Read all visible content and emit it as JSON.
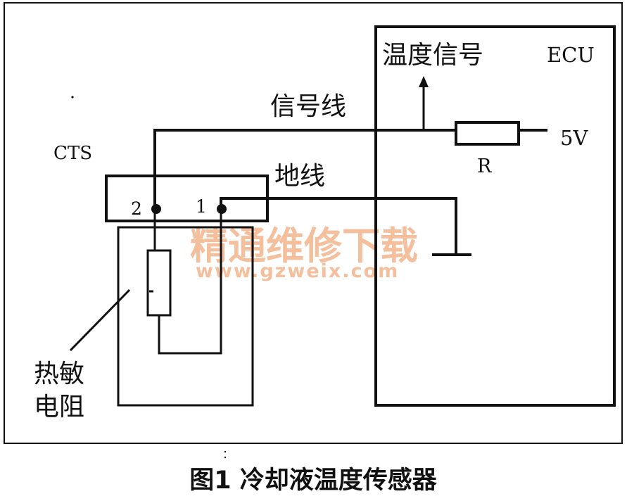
{
  "labels": {
    "temp_signal": "温度信号",
    "ecu": "ECU",
    "signal_wire": "信号线",
    "cts": "CTS",
    "ground_wire": "地线",
    "supply": "5V",
    "resistor": "R",
    "pin2": "2",
    "pin1": "1",
    "thermistor_line1": "热敏",
    "thermistor_line2": "电阻"
  },
  "caption": "图1 冷却液温度传感器",
  "watermark": {
    "title": "精通维修下载",
    "url": "www.gzweix.com"
  },
  "colors": {
    "ink": "#111111",
    "watermark": "#f3b58c"
  }
}
